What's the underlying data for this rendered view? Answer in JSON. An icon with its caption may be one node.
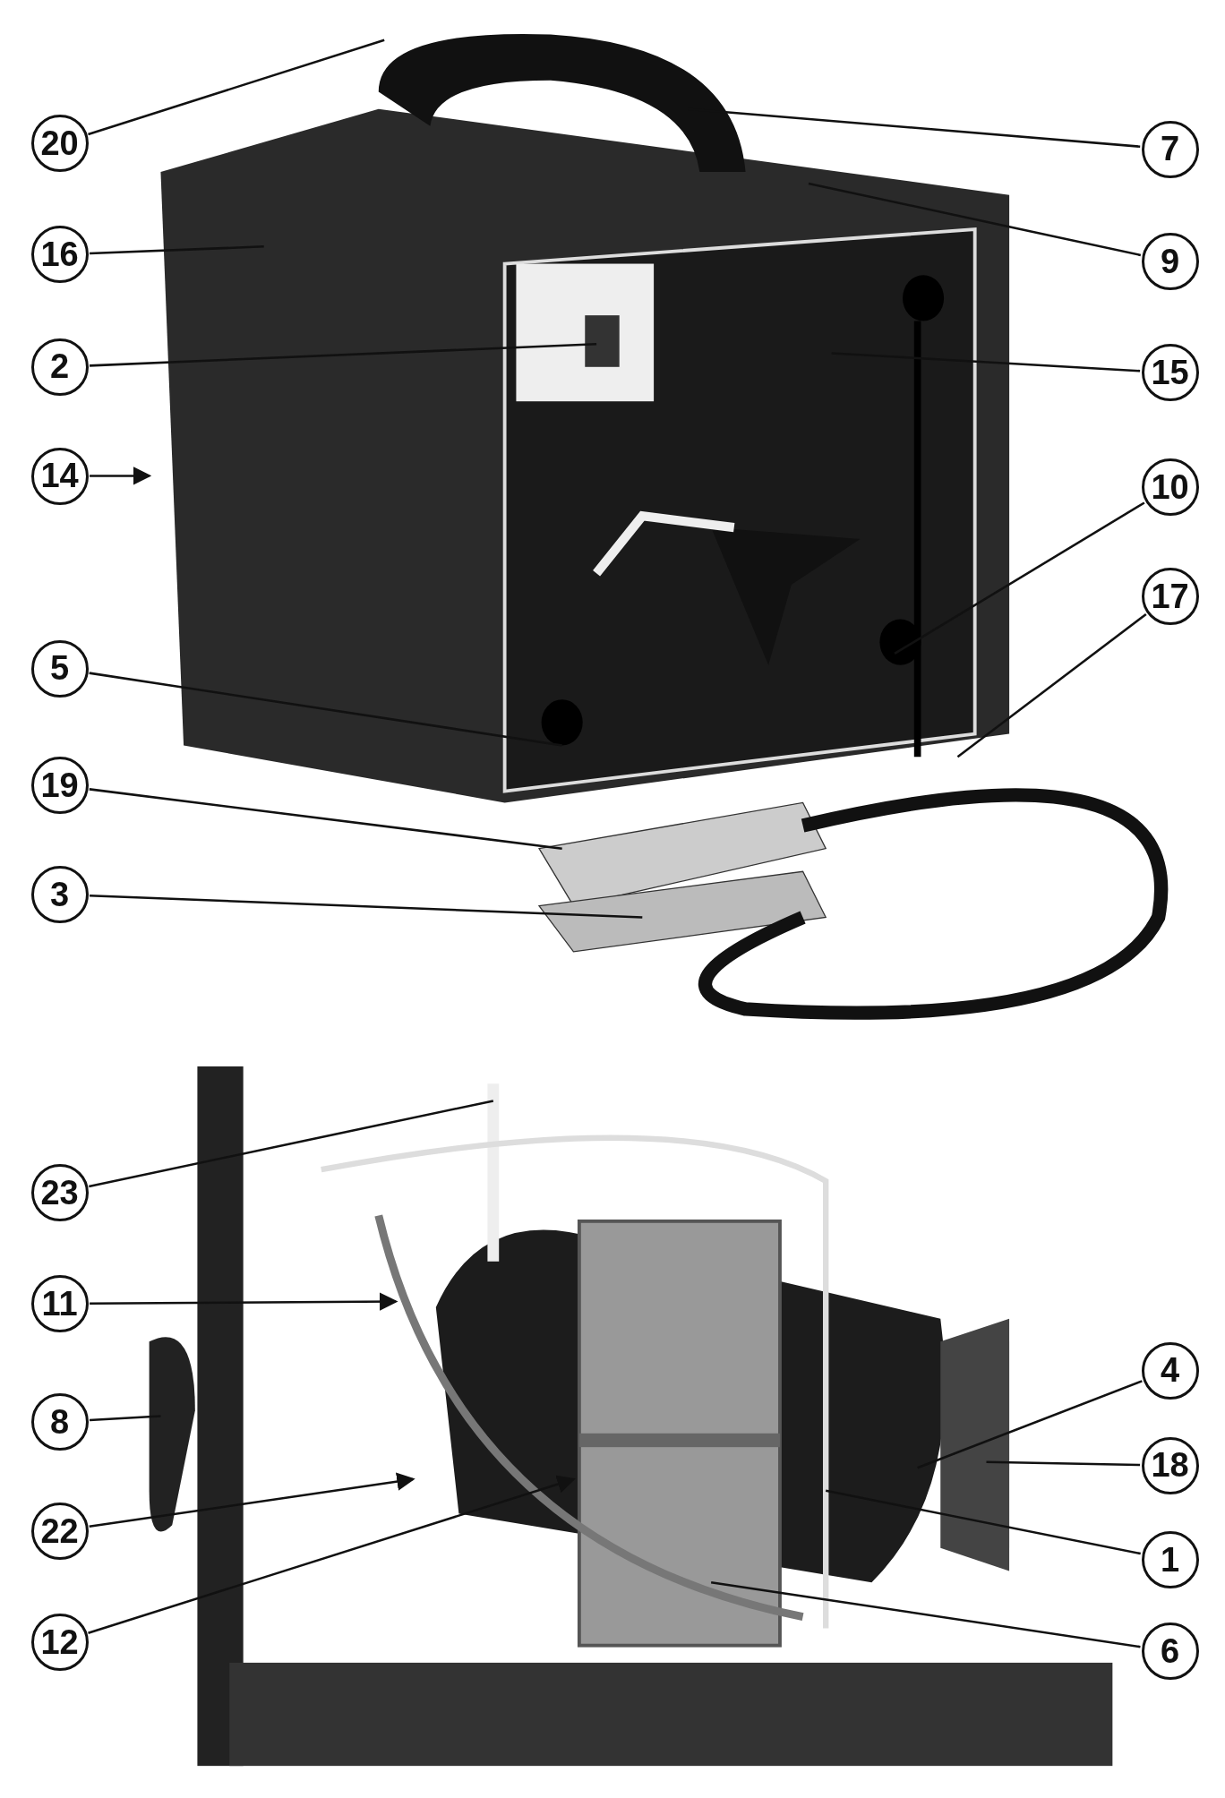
{
  "diagram": {
    "nodes": [
      {
        "text": [
          "20"
        ]
      },
      {
        "text": [
          "7"
        ]
      },
      {
        "text": [
          "16"
        ]
      },
      {
        "text": [
          "9"
        ]
      },
      {
        "text": [
          "2"
        ]
      },
      {
        "text": [
          "15"
        ]
      },
      {
        "text": [
          "14"
        ]
      },
      {
        "text": [
          "10"
        ]
      },
      {
        "text": [
          "17"
        ]
      },
      {
        "text": [
          "5"
        ]
      },
      {
        "text": [
          "19"
        ]
      },
      {
        "text": [
          "3"
        ]
      },
      {
        "text": [
          "23"
        ]
      },
      {
        "text": [
          "11"
        ]
      },
      {
        "text": [
          "4"
        ]
      },
      {
        "text": [
          "8"
        ]
      },
      {
        "text": [
          "18"
        ]
      },
      {
        "text": [
          "22"
        ]
      },
      {
        "text": [
          "1"
        ]
      },
      {
        "text": [
          "12"
        ]
      },
      {
        "text": [
          "6"
        ]
      }
    ],
    "edges": [
      {
        "from": 0,
        "to": null,
        "arrow": "none"
      },
      {
        "from": 1,
        "to": null,
        "arrow": "none"
      },
      {
        "from": 2,
        "to": null,
        "arrow": "none"
      },
      {
        "from": 3,
        "to": null,
        "arrow": "none"
      },
      {
        "from": 4,
        "to": null,
        "arrow": "none"
      },
      {
        "from": 5,
        "to": null,
        "arrow": "none"
      },
      {
        "from": 6,
        "to": null,
        "arrow": "to"
      },
      {
        "from": 7,
        "to": null,
        "arrow": "none"
      },
      {
        "from": 8,
        "to": null,
        "arrow": "none"
      },
      {
        "from": 9,
        "to": null,
        "arrow": "none"
      },
      {
        "from": 10,
        "to": null,
        "arrow": "none"
      },
      {
        "from": 11,
        "to": null,
        "arrow": "none"
      },
      {
        "from": 12,
        "to": null,
        "arrow": "none"
      },
      {
        "from": 13,
        "to": null,
        "arrow": "to"
      },
      {
        "from": 14,
        "to": null,
        "arrow": "none"
      },
      {
        "from": 15,
        "to": null,
        "arrow": "none"
      },
      {
        "from": 16,
        "to": null,
        "arrow": "none"
      },
      {
        "from": 17,
        "to": null,
        "arrow": "to"
      },
      {
        "from": 18,
        "to": null,
        "arrow": "none"
      },
      {
        "from": 19,
        "to": null,
        "arrow": "to"
      },
      {
        "from": 20,
        "to": null,
        "arrow": "none"
      }
    ]
  }
}
